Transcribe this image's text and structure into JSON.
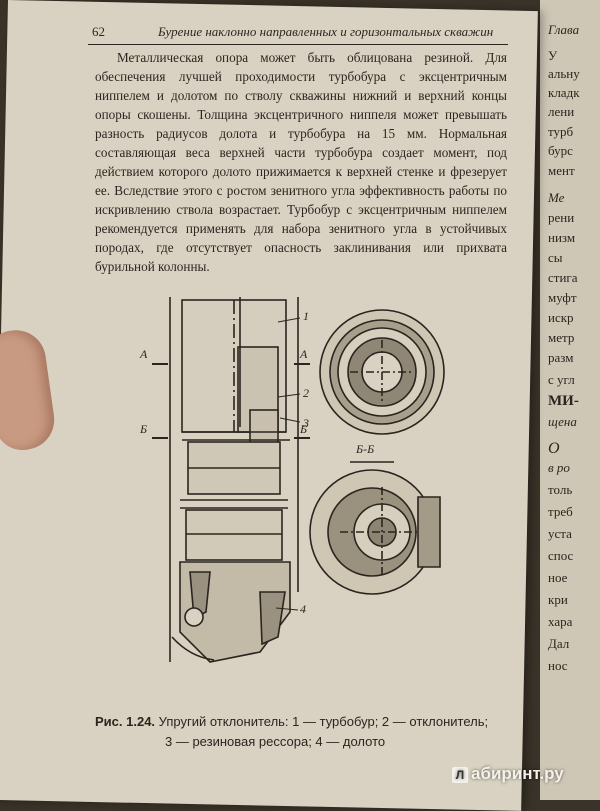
{
  "header": {
    "page_number": "62",
    "running_title": "Бурение наклонно направленных и горизонтальных скважин"
  },
  "body": {
    "paragraph": "Металлическая опора может быть облицована резиной. Для обеспечения лучшей проходимости турбобура с эксцентричным ниппелем и долотом по стволу скважины нижний и верхний концы опоры скошены. Толщина эксцентричного ниппеля может превышать разность радиусов долота и турбобура на 15 мм. Нормальная составляющая веса верхней части турбобура создает момент, под действием которого долото прижимается к верхней стенке и фрезерует ее. Вследствие этого с ростом зенитного угла эффективность работы по искривлению ствола возрастает. Турбобур с эксцентричным ниппелем рекомендуется применять для набора зенитного угла в устойчивых породах, где отсутствует опасность заклинивания или прихвата бурильной колонны."
  },
  "figure": {
    "section_a_left": "А",
    "section_a_right": "А",
    "section_b_left": "Б",
    "section_b_right": "Б",
    "section_bb_title": "Б-Б",
    "callout_1": "1",
    "callout_2": "2",
    "callout_3": "3",
    "callout_4": "4"
  },
  "caption": {
    "label": "Рис. 1.24.",
    "text_line1": "Упругий отклонитель: 1 — турбобур; 2 — отклонитель;",
    "text_line2": "3 — резиновая рессора; 4 — долото"
  },
  "right_page_fragments": [
    "Глава",
    "У",
    "альну",
    "кладк",
    "лени",
    "турб",
    "бурс",
    "мент",
    "Ме",
    "рени",
    "низм",
    "сы",
    "стига",
    "муфт",
    "искр",
    "метр",
    "разм",
    "с угл",
    "МИ-",
    "щена",
    "О",
    "в ро",
    "толь",
    "треб",
    "уста",
    "спос",
    "ное",
    "кри",
    "хара",
    "Дал",
    "нос"
  ],
  "watermark": {
    "logo": "Л",
    "text": "абиринт.ру"
  }
}
